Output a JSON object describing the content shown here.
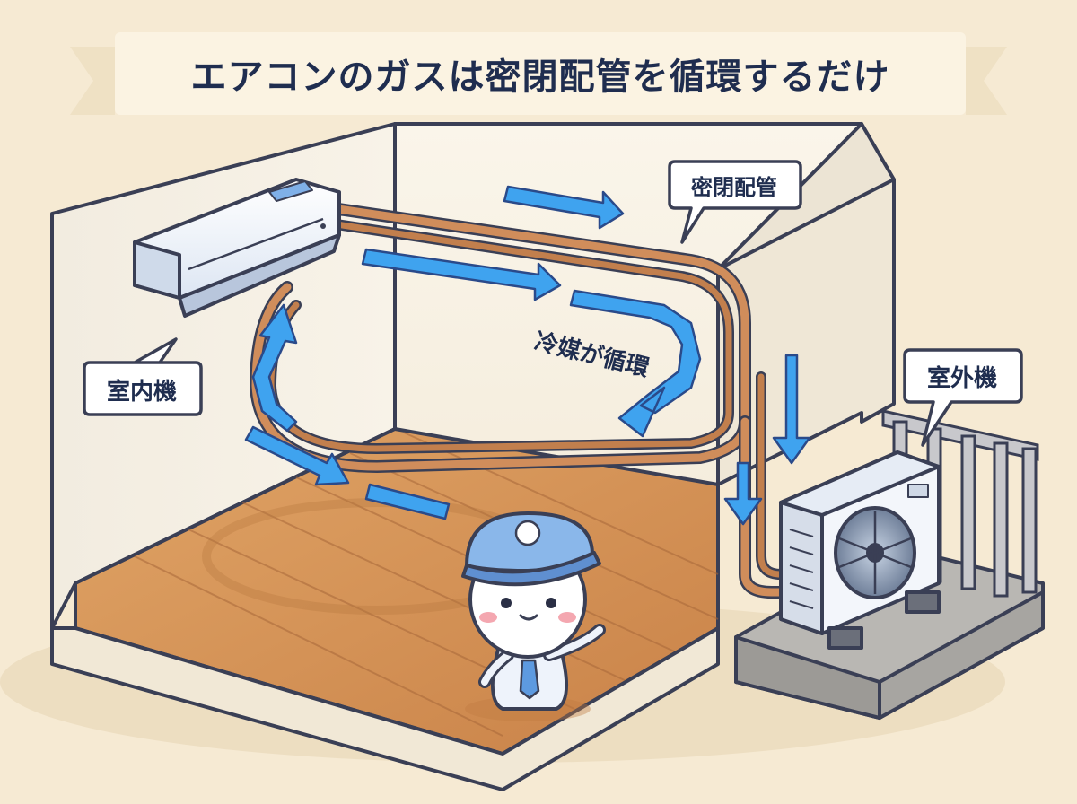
{
  "title": "エアコンのガスは密閉配管を循環するだけ",
  "labels": {
    "sealed_pipe": "密閉配管",
    "indoor_unit": "室内機",
    "outdoor_unit": "室外機",
    "refrigerant_cycle": "冷媒が循環"
  },
  "colors": {
    "background": "#f6ead3",
    "title_text": "#1f2d4f",
    "pipe_copper": "#c98a5a",
    "flow_arrow": "#3fa3ef",
    "floor_wood": "#d99a5c",
    "wall": "#f4efe4",
    "outline": "#3a3f55"
  },
  "icons": [
    "air-conditioner-indoor-unit",
    "outdoor-unit-fan",
    "mascot-character",
    "flow-arrow",
    "balcony-railing"
  ]
}
